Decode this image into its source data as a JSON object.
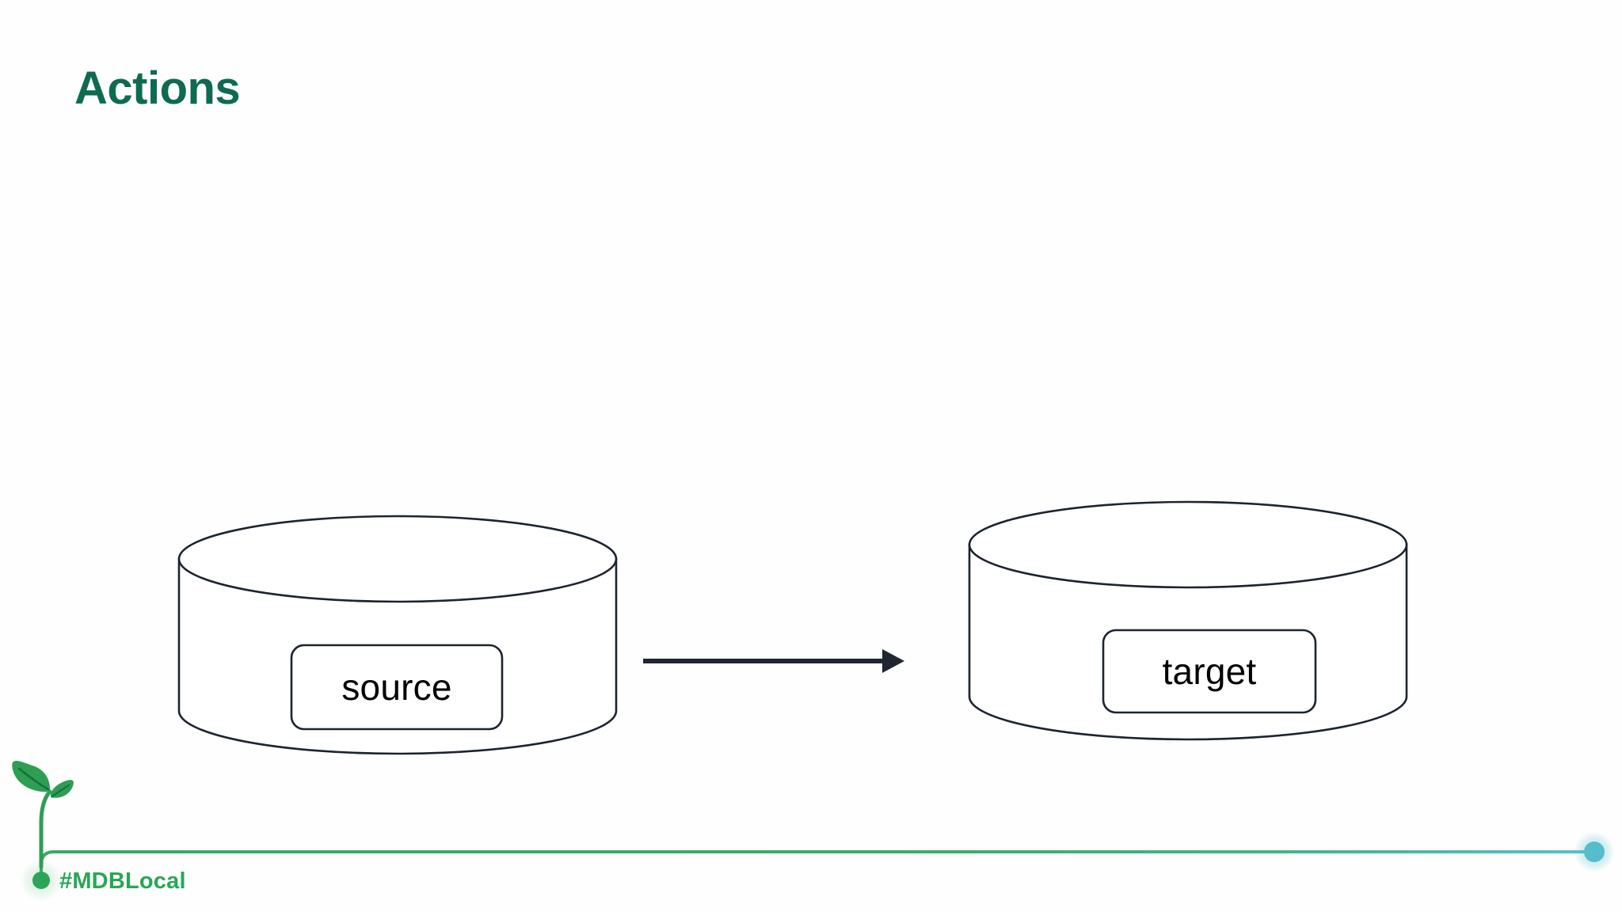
{
  "slide": {
    "title": "Actions",
    "background_color": "#fefefe",
    "title_color": "#0d6b52"
  },
  "diagram": {
    "type": "flow",
    "stroke_color": "#1c2430",
    "fill_color": "#ffffff",
    "nodes": [
      {
        "id": "source",
        "shape": "cylinder",
        "label": "source",
        "label_shape": "rounded-rectangle"
      },
      {
        "id": "target",
        "shape": "cylinder",
        "label": "target",
        "label_shape": "rounded-rectangle"
      }
    ],
    "edges": [
      {
        "from": "source",
        "to": "target",
        "style": "solid",
        "arrowhead": "filled-triangle",
        "color": "#1f2733",
        "label": ""
      }
    ]
  },
  "footer": {
    "hashtag": "#MDBLocal",
    "hashtag_color": "#2aa656",
    "line_start_color": "#3aaa64",
    "line_end_color": "#59bfcc",
    "sprout_leaf_color": "#2e9e53",
    "sprout_leaf_color_dark": "#1c7a3f",
    "node_dot_color": "#2aa656",
    "end_dot_color": "#55bdcb"
  },
  "icons": {
    "sprout": "sprout-icon",
    "start_node": "start-node-dot-icon",
    "end_node": "end-node-dot-icon"
  }
}
